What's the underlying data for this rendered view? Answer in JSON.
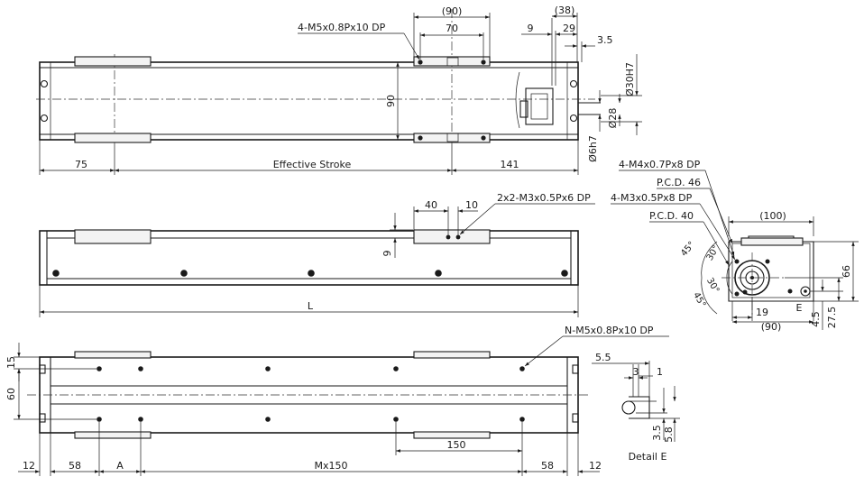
{
  "top_view": {
    "dims": {
      "d90": "(90)",
      "d70": "70",
      "d38": "(38)",
      "d9": "9",
      "d29": "29",
      "d3_5": "3.5",
      "vert90": "90",
      "d30h7": "Ø30H7",
      "d28": "Ø28",
      "d6h7": "Ø6h7",
      "d75": "75",
      "stroke": "Effective Stroke",
      "d141": "141"
    },
    "callout_m5": "4-M5x0.8Px10 DP"
  },
  "side_view": {
    "dims": {
      "d40": "40",
      "d10": "10",
      "d9": "9",
      "L": "L"
    },
    "callout_m3": "2x2-M3x0.5Px6 DP"
  },
  "bottom_view": {
    "dims": {
      "d15": "15",
      "d60": "60",
      "d150": "150",
      "d12a": "12",
      "d58a": "58",
      "A": "A",
      "m150": "Mx150",
      "d58b": "58",
      "d12b": "12"
    },
    "callout_n": "N-M5x0.8Px10 DP"
  },
  "end_view": {
    "callouts": {
      "m4": "4-M4x0.7Px8 DP",
      "pcd46": "P.C.D. 46",
      "m3": "4-M3x0.5Px8 DP",
      "pcd40": "P.C.D. 40"
    },
    "dims": {
      "d100": "(100)",
      "a45a": "45°",
      "a30a": "30°",
      "a30b": "30°",
      "a45b": "45°",
      "d19": "19",
      "d90": "(90)",
      "E": "E",
      "d66": "66",
      "d4_5": "4.5",
      "d27_5": "27.5"
    }
  },
  "detail_e": {
    "dims": {
      "d5_5": "5.5",
      "d3": "3",
      "d1": "1",
      "d3_5": "3.5",
      "d5_8": "5.8"
    },
    "label": "Detail E"
  }
}
